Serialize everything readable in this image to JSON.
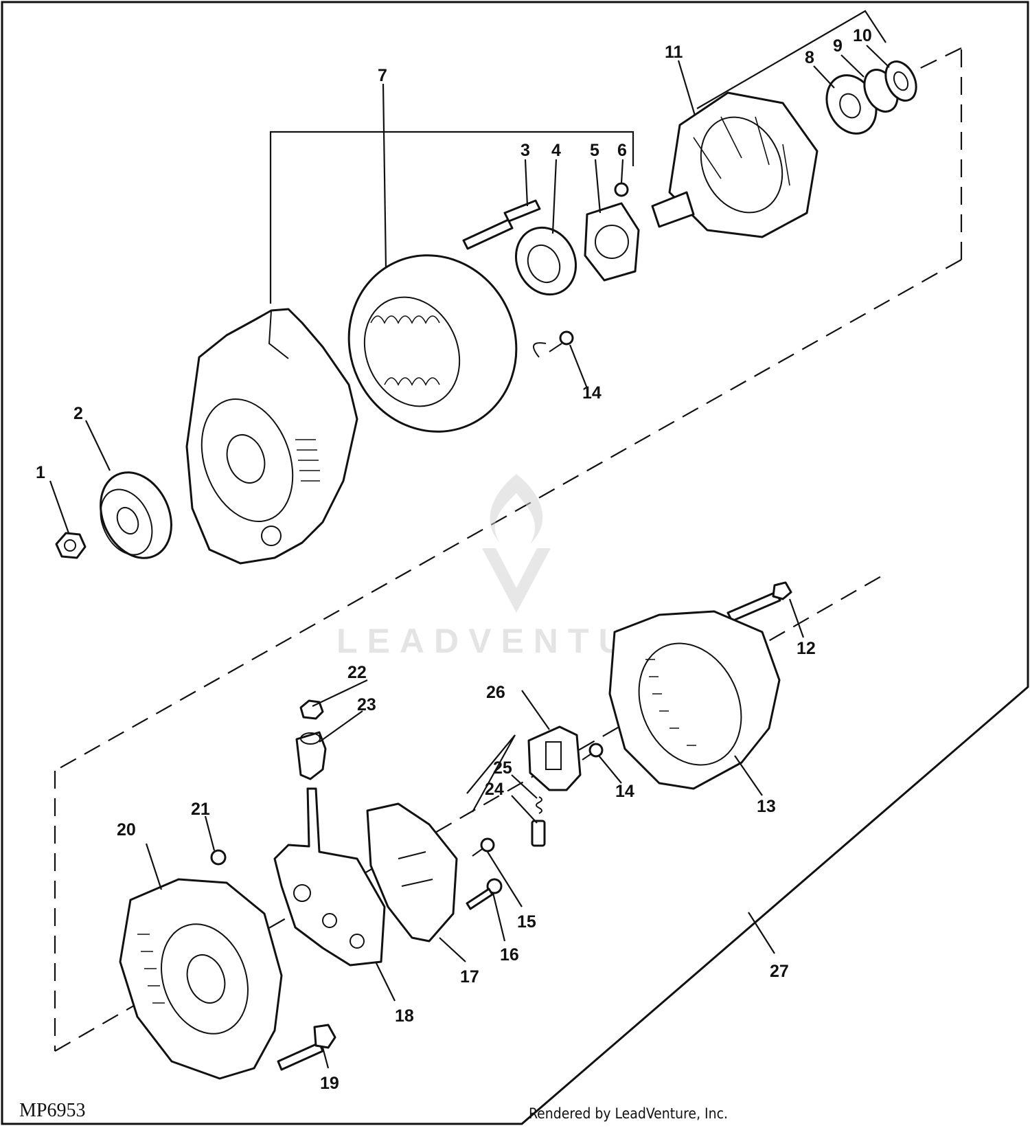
{
  "diagram": {
    "callouts": [
      "1",
      "2",
      "3",
      "4",
      "5",
      "6",
      "7",
      "8",
      "9",
      "10",
      "11",
      "12",
      "13",
      "14",
      "14",
      "15",
      "16",
      "17",
      "18",
      "19",
      "20",
      "21",
      "22",
      "23",
      "24",
      "25",
      "26",
      "27"
    ],
    "figure_code": "MP6953",
    "render_credit": "Rendered by LeadVenture, Inc.",
    "watermark": "LEADVENTURE"
  }
}
